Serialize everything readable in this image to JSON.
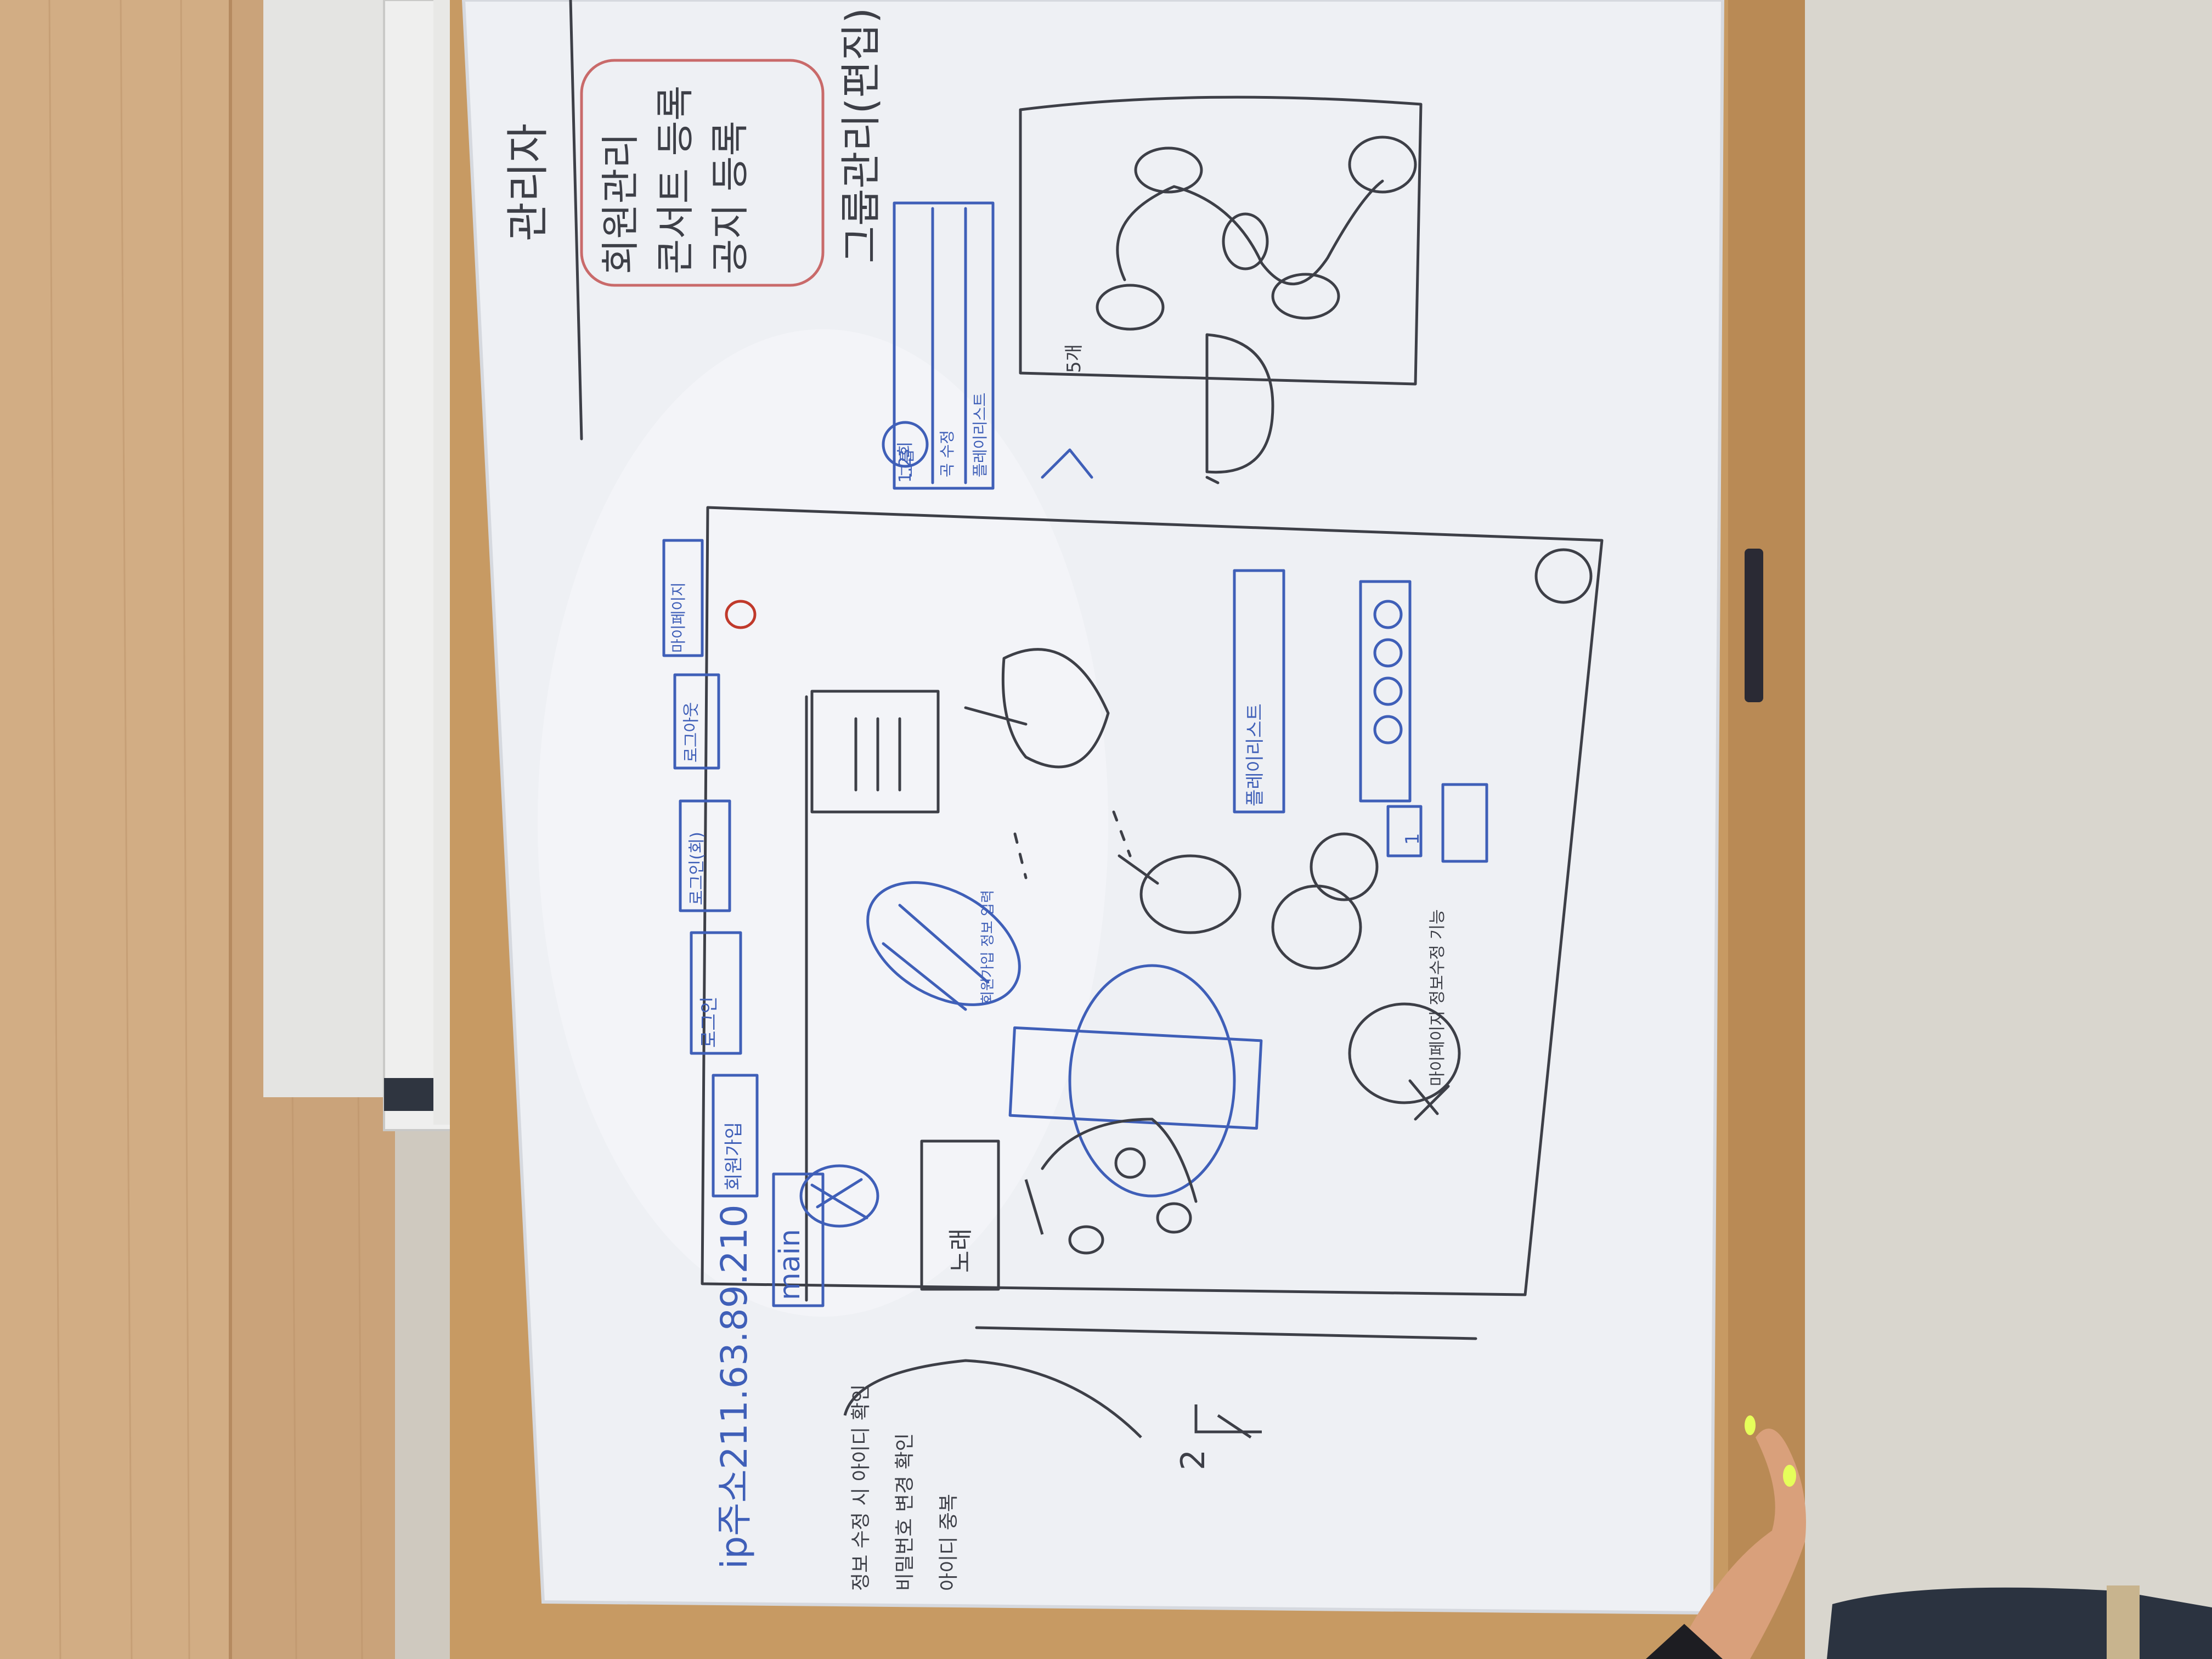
{
  "whiteboard": {
    "top_left_box": {
      "heading": "관리자",
      "lines": [
        "회원관리",
        "콘서트 등록",
        "공지 등록"
      ]
    },
    "group_note": "그룹관리(편집)",
    "group_panel_labels": [
      "그룹",
      "곡 수정",
      "플레이리스트"
    ],
    "top_nav_items": [
      "main",
      "회원가입",
      "로그인",
      "마이페이지",
      "로그인(회)",
      "로그아웃"
    ],
    "center_labels": [
      "1.2회",
      "노래",
      "회원가입 정보 입력",
      "5개"
    ],
    "mid_label": "플레이리스트",
    "lower_note": "마이페이지 정보수정 기능",
    "bottom_left_notes": [
      "아이디 중복",
      "비밀번호 변경 확인",
      "정보 수정 시 아이디 확인"
    ],
    "ip_address": "ip주소211.63.89.210",
    "margin_marks": [
      "1",
      "2"
    ],
    "colors": {
      "board": "#eef0f4",
      "frame": "#c79a63",
      "wall": "#cfc9bf",
      "ink_dark": "#3d3f47",
      "ink_blue": "#3f5fb8",
      "ink_red": "#c0392b"
    }
  }
}
